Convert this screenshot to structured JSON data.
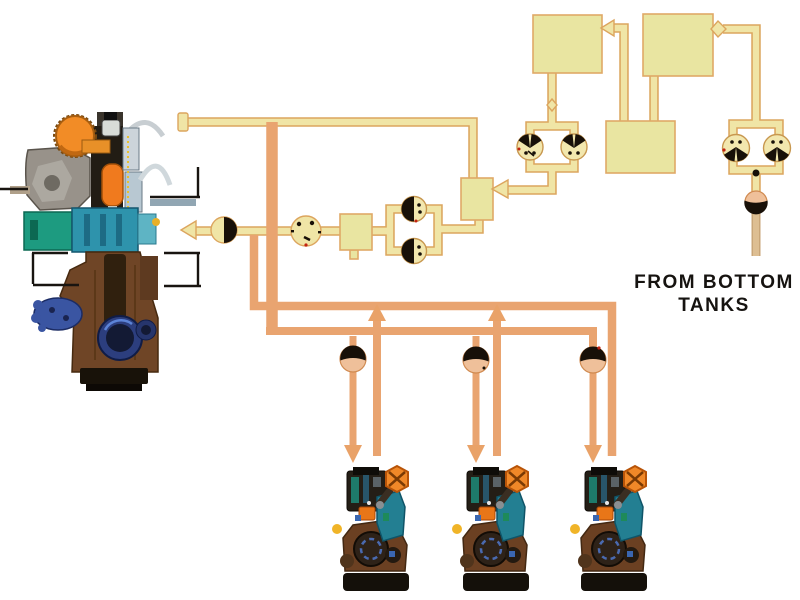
{
  "diagram": {
    "title_hint": "fuel-oil-transfer-and-supply-system",
    "labels": {
      "from_bottom_tanks": "FROM BOTTOM TANKS"
    },
    "components": [
      {
        "name": "main-engine-illustration",
        "shape": "engine-cutaway"
      },
      {
        "name": "generator-engine-1",
        "shape": "small-engine-cutaway"
      },
      {
        "name": "generator-engine-2",
        "shape": "small-engine-cutaway"
      },
      {
        "name": "generator-engine-3",
        "shape": "small-engine-cutaway"
      },
      {
        "name": "tank-top-left",
        "shape": "rectangle"
      },
      {
        "name": "tank-top-right",
        "shape": "rectangle"
      },
      {
        "name": "middle-tank",
        "shape": "rectangle"
      },
      {
        "name": "heater-box",
        "shape": "rectangle"
      },
      {
        "name": "filter-box",
        "shape": "rectangle"
      },
      {
        "name": "flow-meter",
        "shape": "circle-gauge"
      },
      {
        "name": "main-line-shutoff-valve",
        "shape": "half-black-circle"
      },
      {
        "name": "booster-pump-pair",
        "shape": "two-stacked-pump-circles"
      },
      {
        "name": "transfer-pump-pair-left",
        "shape": "two-parallel-pump-circles"
      },
      {
        "name": "transfer-pump-pair-right",
        "shape": "two-parallel-pump-circles"
      },
      {
        "name": "supply-valve-engine-1",
        "shape": "dome-valve"
      },
      {
        "name": "supply-valve-engine-2",
        "shape": "dome-valve"
      },
      {
        "name": "supply-valve-engine-3",
        "shape": "dome-valve"
      },
      {
        "name": "bottom-tanks-suction-valve",
        "shape": "dome-valve-inverted"
      }
    ],
    "colors": {
      "background": "#ffffff",
      "cream_pipe_fill": "#f0e5a6",
      "cream_pipe_border": "#dca55e",
      "orange_pipe": "#e9a470",
      "tan_pipe": "#ddbe92",
      "tank_fill": "#e9e5a1",
      "tank_border": "#dfa967",
      "valve_tan": "#efc09a",
      "symbol_black": "#181008",
      "label_text": "#161310"
    }
  }
}
